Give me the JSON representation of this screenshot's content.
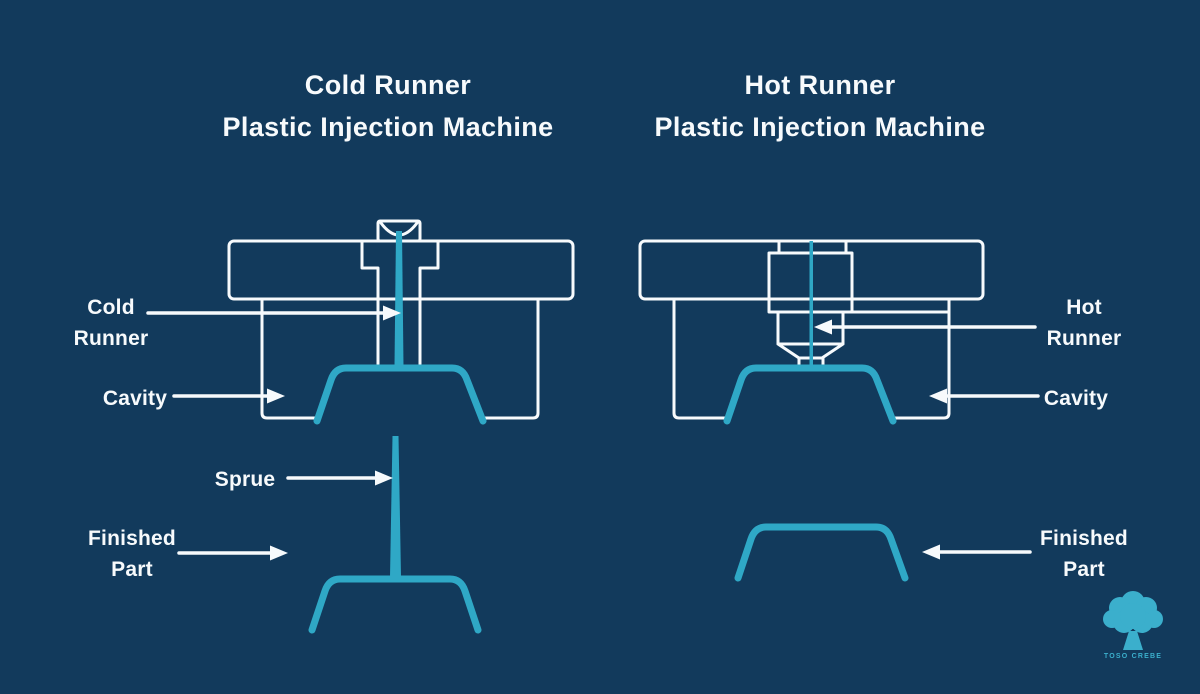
{
  "colors": {
    "background": "#123A5C",
    "stroke_white": "#F7FAFC",
    "teal": "#2FA8C6",
    "logo_teal": "#3BAFCC"
  },
  "titles": {
    "left_line1": "Cold Runner",
    "left_line2": "Plastic Injection Machine",
    "right_line1": "Hot Runner",
    "right_line2": "Plastic Injection Machine"
  },
  "labels": {
    "left": {
      "runner_line1": "Cold",
      "runner_line2": "Runner",
      "cavity": "Cavity",
      "sprue": "Sprue",
      "finished_line1": "Finished",
      "finished_line2": "Part"
    },
    "right": {
      "runner_line1": "Hot",
      "runner_line2": "Runner",
      "cavity": "Cavity",
      "finished_line1": "Finished",
      "finished_line2": "Part"
    }
  },
  "logo": {
    "icon": "tree-icon",
    "text": "TOSO CREBE"
  }
}
